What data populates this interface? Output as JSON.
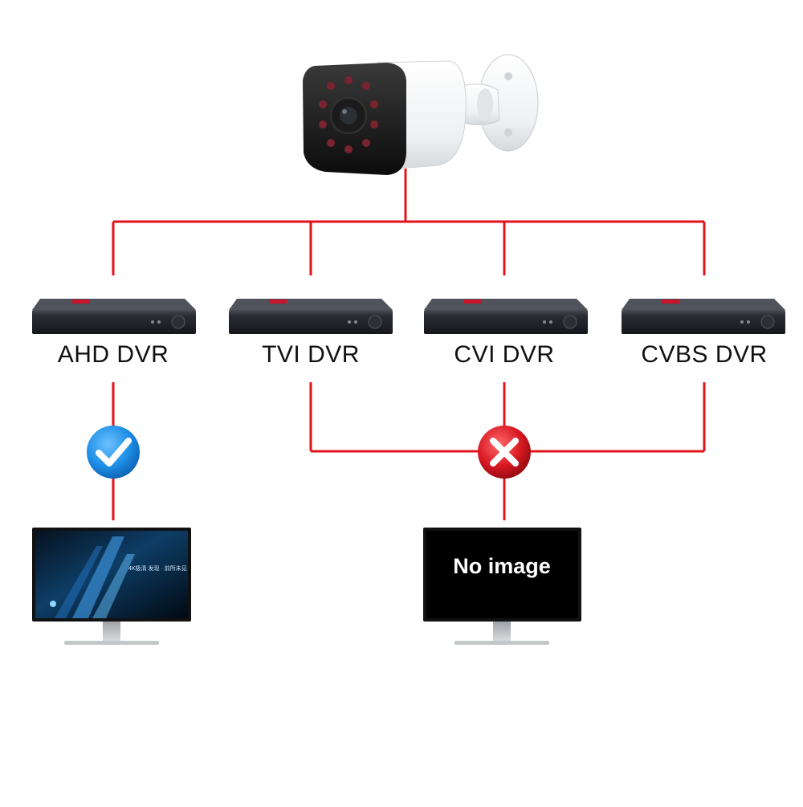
{
  "camera": {
    "icon": "bullet-camera-icon"
  },
  "dvrs": [
    {
      "label": "AHD DVR",
      "compatible": true
    },
    {
      "label": "TVI DVR",
      "compatible": false
    },
    {
      "label": "CVI DVR",
      "compatible": false
    },
    {
      "label": "CVBS DVR",
      "compatible": false
    }
  ],
  "status_icons": {
    "ok": "check-circle-icon",
    "fail": "x-circle-icon"
  },
  "monitors": {
    "left": {
      "screen_text": "4K极清 发现 · 前所未见"
    },
    "right": {
      "screen_text": "No image"
    }
  },
  "colors": {
    "line": "#e1131a",
    "check_blue": "#1e8fe6",
    "cross_red": "#d81822"
  }
}
